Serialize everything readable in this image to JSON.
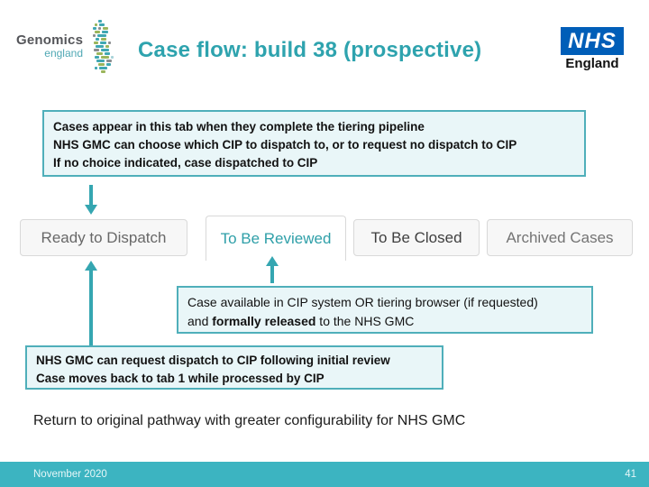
{
  "slide": {
    "header": {
      "genomics_logo": {
        "brand": "Genomics",
        "sub": "england"
      },
      "title": "Case flow: build 38 (prospective)",
      "nhs_logo": {
        "acronym": "NHS",
        "org": "England"
      }
    },
    "note_top": {
      "lines": [
        "Cases appear in this tab when they complete the tiering pipeline",
        "NHS GMC can choose which CIP to dispatch to, or to request no dispatch to CIP",
        "If no choice indicated, case dispatched to CIP"
      ]
    },
    "tabs": [
      {
        "label": "Ready to Dispatch",
        "active": false
      },
      {
        "label": "To Be Reviewed",
        "active": true
      },
      {
        "label": "To Be Closed",
        "active": false
      },
      {
        "label": "Archived Cases",
        "active": false
      }
    ],
    "note_reviewed": {
      "line1": "Case available in CIP system OR tiering browser (if requested)",
      "line2_pre": "and ",
      "line2_bold": "formally released",
      "line2_post": " to the NHS GMC"
    },
    "note_dispatch": {
      "lines": [
        "NHS GMC can request dispatch to CIP following initial review",
        "Case moves back to tab 1 while processed by CIP"
      ]
    },
    "summary": "Return to original pathway with greater configurability for NHS GMC",
    "footer": {
      "date": "November 2020",
      "page_number": "41"
    },
    "icons": {
      "uk_dot_map": "dot-matrix UK silhouette",
      "flow_arrows": "teal straight arrows (1 down, 2 up)"
    },
    "colors": {
      "title_teal": "#2EA3AE",
      "accent_teal": "#35A6B1",
      "box_fill": "#E9F6F8",
      "box_border": "#4FAFBA",
      "active_tab_text": "#2E9FA8",
      "footer_teal": "#3CB4C1",
      "nhs_blue": "#005EB8"
    }
  }
}
